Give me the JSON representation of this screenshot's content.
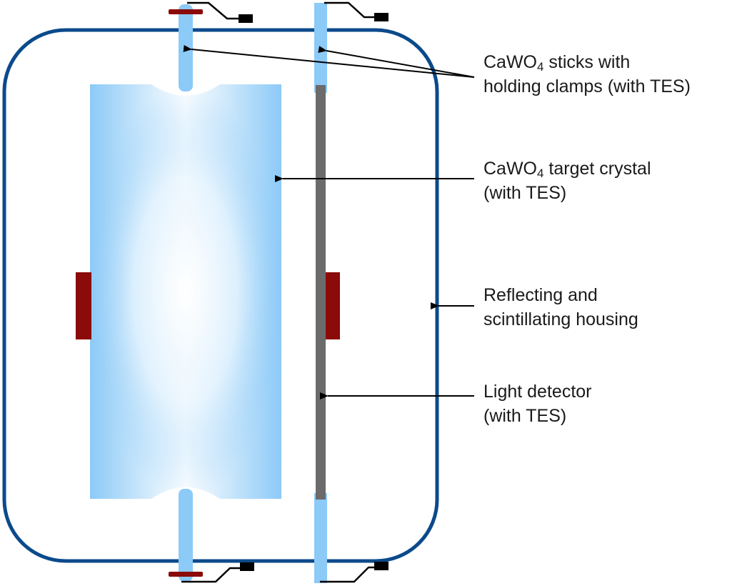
{
  "labels": {
    "sticks": {
      "prefix": "CaWO",
      "subscript": "4",
      "line1_rest": " sticks with",
      "line2": "holding clamps (with TES)"
    },
    "crystal": {
      "prefix": "CaWO",
      "subscript": "4",
      "line1_rest": " target crystal",
      "line2": "(with TES)"
    },
    "housing": {
      "line1": "Reflecting and",
      "line2": "scintillating housing"
    },
    "light_detector": {
      "line1": "Light detector",
      "line2": "(with TES)"
    }
  },
  "colors": {
    "housing": "#0b4a8b",
    "crystal_edge": "#8ccaf7",
    "crystal_center": "#ffffff",
    "stick": "#8ccaf7",
    "light_detector": "#6b6b6b",
    "clamp": "#8b0a0a",
    "arrow": "#000000"
  }
}
